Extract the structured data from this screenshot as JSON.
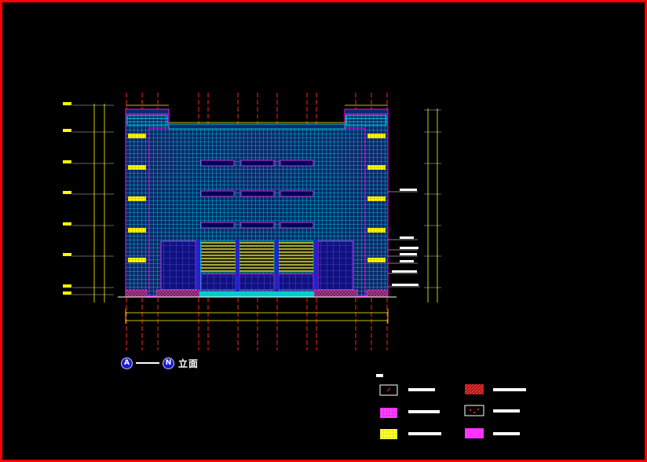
{
  "drawing": {
    "title_start": "A",
    "title_end": "N",
    "title_text": "立面"
  },
  "colors": {
    "frame": "#ff0000",
    "background": "#000000",
    "facade_fill": "#0a2a6a",
    "facade_grid": "#00e5e5",
    "facade_outline": "#ff00ff",
    "window_band": "#ffff00",
    "axis_line": "#ff2020",
    "dimension_line": "#ffff00",
    "glass_panel": "#1a1aa0",
    "pink_base": "#cc3399",
    "legend_red": "#cc1111",
    "legend_magenta": "#ff33ff",
    "legend_yellow": "#ffff00"
  },
  "legend": [
    {
      "swatch": "white-outline-mark-icon"
    },
    {
      "swatch": "magenta-grid-icon"
    },
    {
      "swatch": "yellow-grid-icon"
    },
    {
      "swatch": "red-hatch-icon"
    },
    {
      "swatch": "red-dotted-icon"
    },
    {
      "swatch": "magenta-solid-icon"
    }
  ]
}
